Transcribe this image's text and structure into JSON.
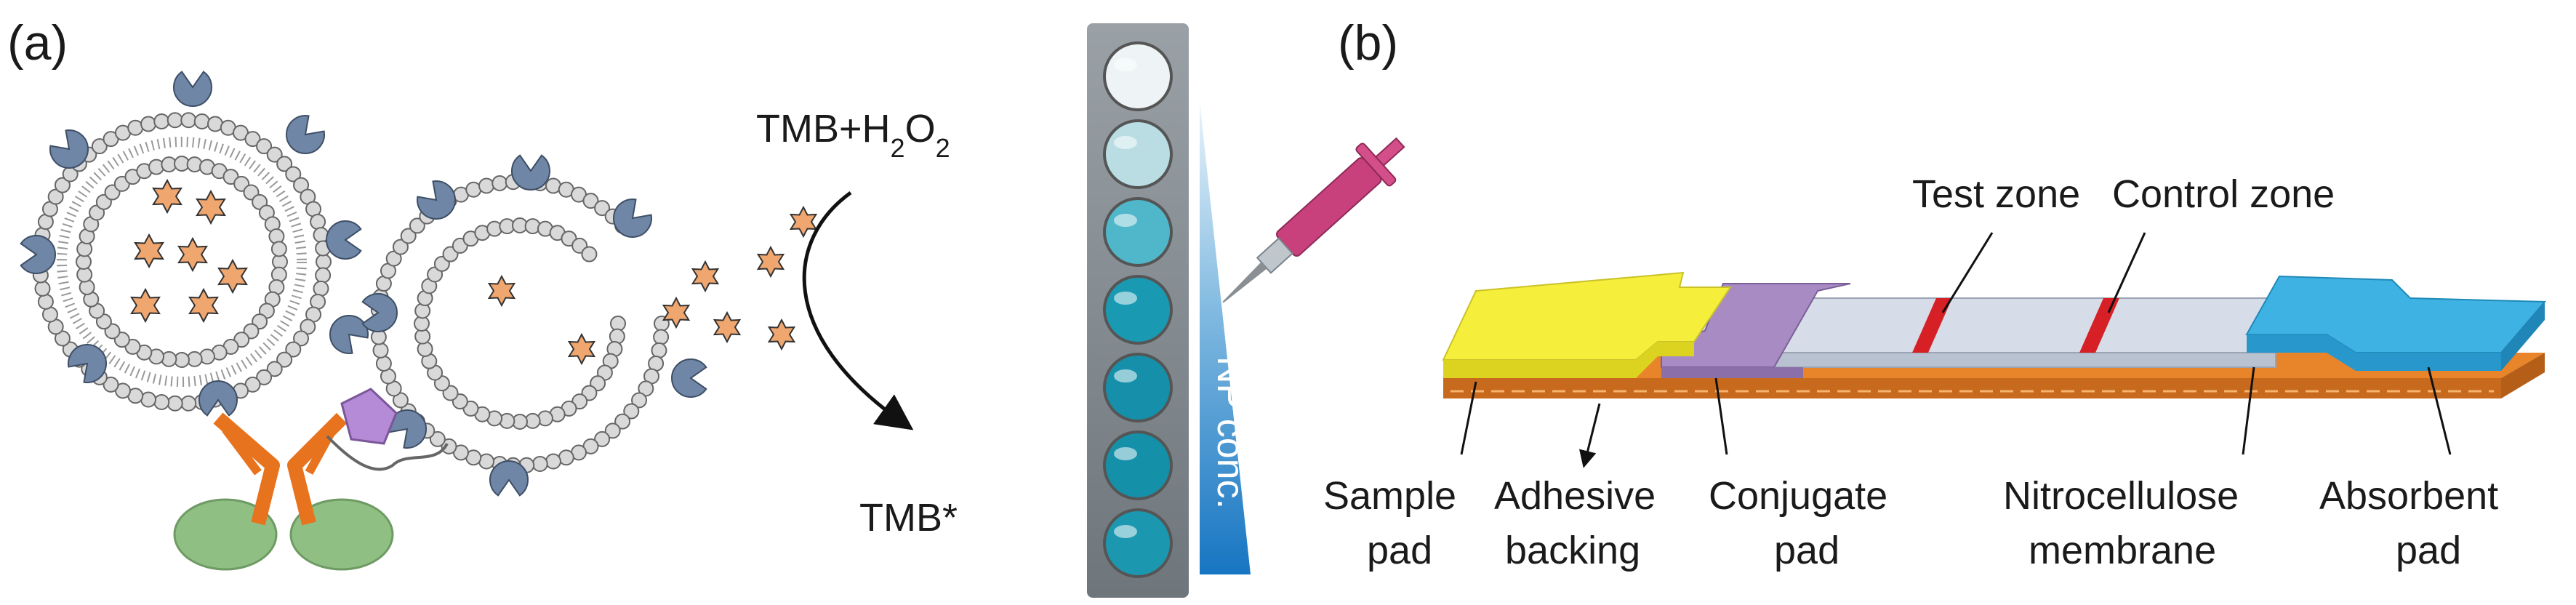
{
  "panel_a": {
    "label": "(a)",
    "reagent": "TMB+H",
    "reagent_sub1": "2",
    "reagent_mid": "O",
    "reagent_sub2": "2",
    "product": "TMB*",
    "gradient_label": "NP conc.",
    "well_count": 7
  },
  "panel_b": {
    "label": "(b)",
    "test_zone": "Test zone",
    "control_zone": "Control zone",
    "parts": {
      "sample_pad_1": "Sample",
      "sample_pad_2": "pad",
      "adhesive_1": "Adhesive",
      "adhesive_2": "backing",
      "conjugate_1": "Conjugate",
      "conjugate_2": "pad",
      "nitro_1": "Nitrocellulose",
      "nitro_2": "membrane",
      "absorbent_1": "Absorbent",
      "absorbent_2": "pad"
    }
  },
  "colors": {
    "sample_pad": "#f5ee3a",
    "conjugate_pad": "#a98bc4",
    "membrane": "#d7dde8",
    "absorbent_pad": "#3fb2e4",
    "backing": "#e8842a",
    "zone_line": "#d62026",
    "antibody": "#e8731e",
    "receptor": "#6f86a6",
    "star": "#f0a66f",
    "blob": "#8fbf83",
    "antigen": "#b58ad6",
    "well_blue": "#1c9bb3"
  }
}
